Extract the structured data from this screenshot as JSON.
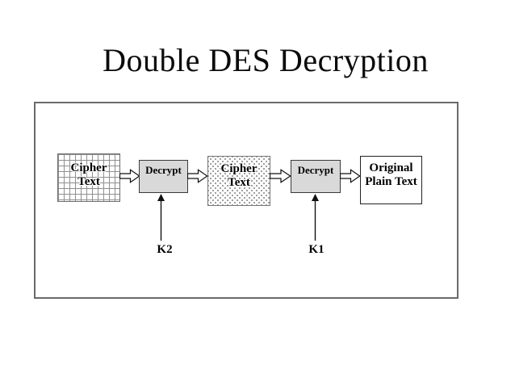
{
  "slide": {
    "title": "Double DES Decryption",
    "diagram": {
      "nodes": [
        {
          "label_line1": "Cipher",
          "label_line2": "Text",
          "pattern": "grid-crosshatch"
        },
        {
          "label": "Decrypt",
          "pattern": "solid-light-gray"
        },
        {
          "label_line1": "Cipher",
          "label_line2": "Text",
          "pattern": "stipple-dots"
        },
        {
          "label": "Decrypt",
          "pattern": "solid-light-gray"
        },
        {
          "label_line1": "Original",
          "label_line2": "Plain Text",
          "pattern": "plain-white"
        }
      ],
      "connectors": [
        "block-arrow-right",
        "block-arrow-right",
        "block-arrow-right",
        "block-arrow-right"
      ],
      "keys": [
        {
          "label": "K2"
        },
        {
          "label": "K1"
        }
      ]
    },
    "colors": {
      "background": "#ffffff",
      "title_text": "#0b0b0b",
      "frame_border": "#6a6a6a",
      "box_border": "#2f2f2f",
      "decrypt_fill": "#d9d9d9",
      "pattern_gray": "#919191",
      "arrow_outline": "#111111",
      "arrow_fill": "#ffffff",
      "key_arrow": "#111111"
    }
  }
}
